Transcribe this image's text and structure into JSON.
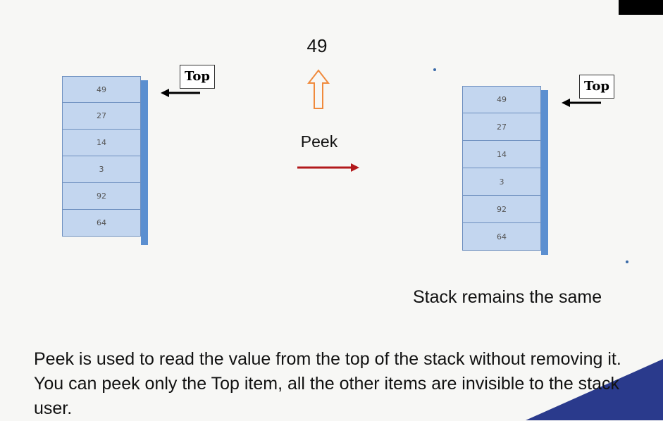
{
  "left_stack": {
    "items": [
      "49",
      "27",
      "14",
      "3",
      "92",
      "64"
    ],
    "top_label": "Top"
  },
  "right_stack": {
    "items": [
      "49",
      "27",
      "14",
      "3",
      "92",
      "64"
    ],
    "top_label": "Top"
  },
  "peek": {
    "value": "49",
    "label": "Peek"
  },
  "caption": "Stack remains the same",
  "description": "Peek is used to read the value from the top of the stack without removing it. You can peek only the Top item, all the other items are invisible to the stack user.",
  "colors": {
    "peek_arrow": "#b2191b",
    "up_arrow": "#f08a3c",
    "stack_fill": "#c3d6ef",
    "stack_edge": "#5b8fd0"
  }
}
